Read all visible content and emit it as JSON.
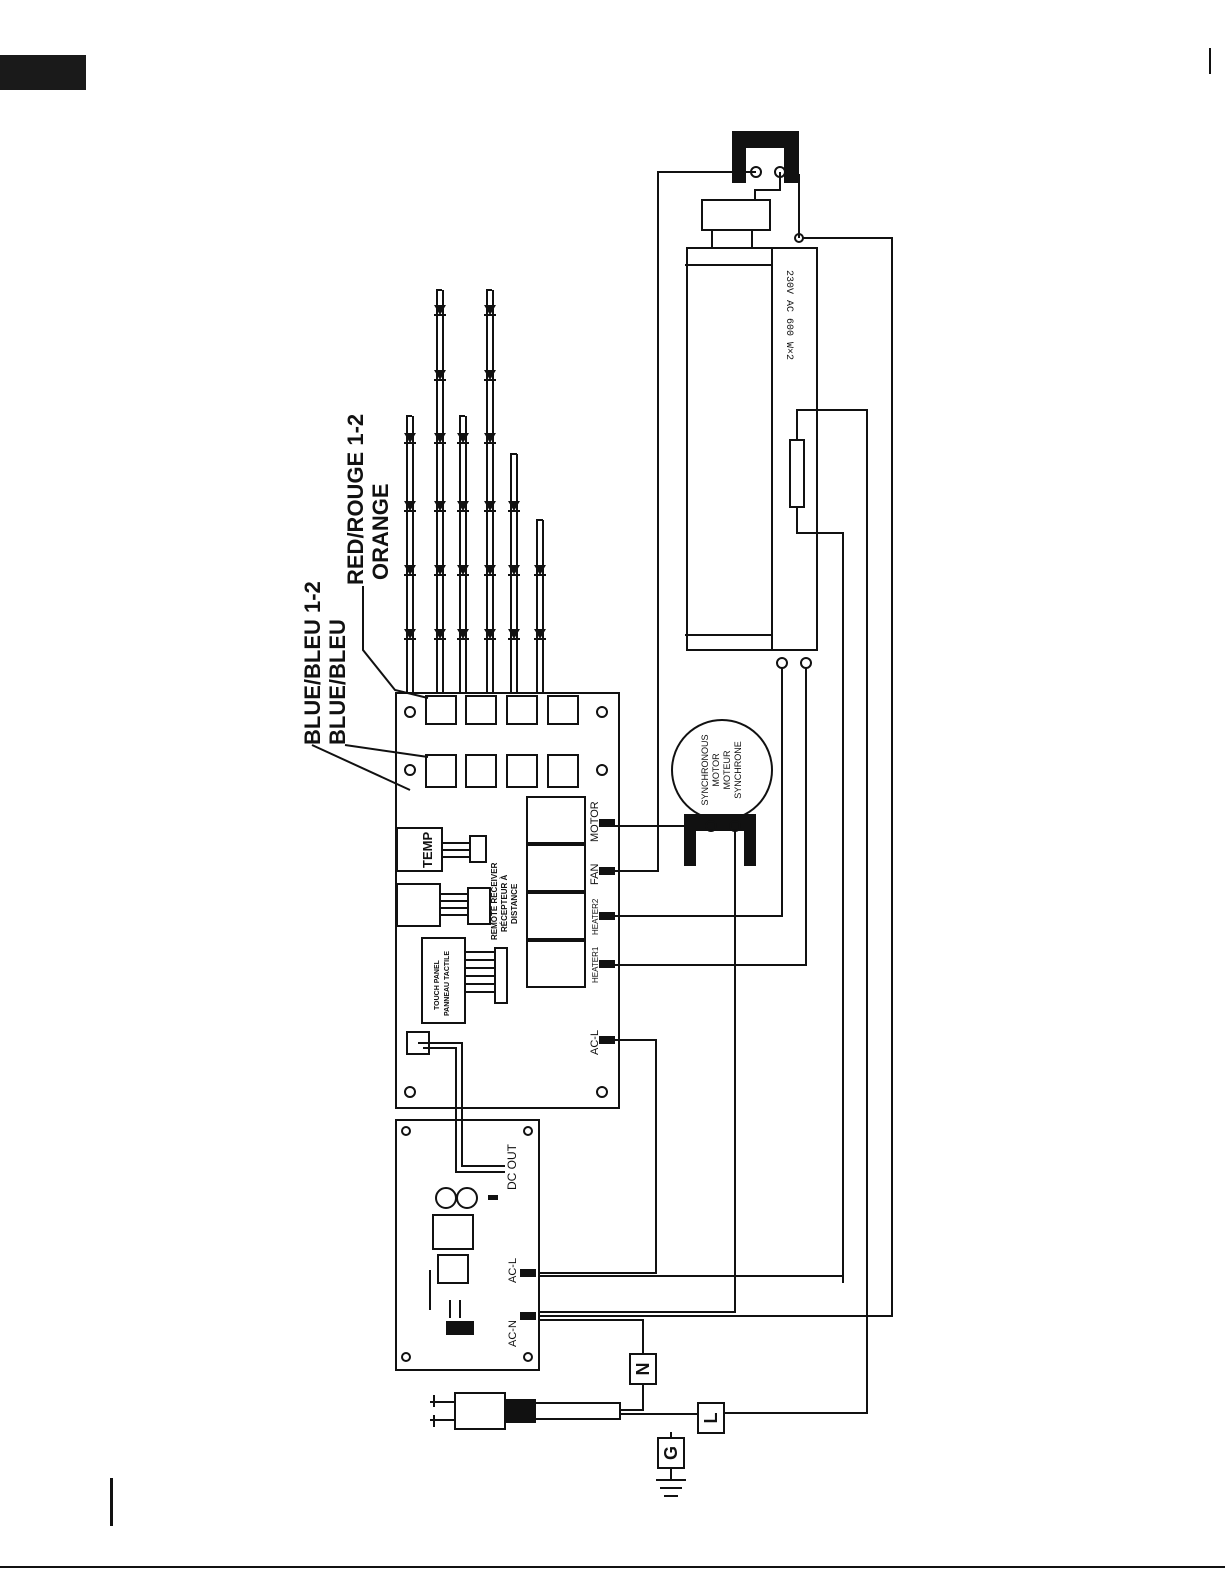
{
  "labels": {
    "blue_1_2": "BLUE/BLEU 1-2",
    "blue": "BLUE/BLEU",
    "red_1_2": "RED/ROUGE 1-2",
    "orange": "ORANGE",
    "temp": "TEMP",
    "remote_en": "REMOTE RECEIVER",
    "remote_fr1": "RÉCEPTEUR À",
    "remote_fr2": "DISTANCE",
    "touch_en": "TOUCH PANEL",
    "touch_fr": "PANNEAU TACTILE",
    "motor": "MOTOR",
    "fan": "FAN",
    "heater2": "HEATER2",
    "heater1": "HEATER1",
    "acl_board": "AC-L",
    "dc_out": "DC OUT",
    "acl_psu": "AC-L",
    "acn_psu": "AC-N",
    "sync_1": "SYNCHRONOUS",
    "sync_2": "MOTOR",
    "sync_3": "MOTEUR",
    "sync_4": "SYNCHRONE",
    "heater_rating": "230V AC 600 W×2",
    "neutral": "N",
    "line": "L",
    "ground": "G"
  },
  "colors": {
    "ink": "#111111",
    "tab": "#1a1a1a"
  }
}
